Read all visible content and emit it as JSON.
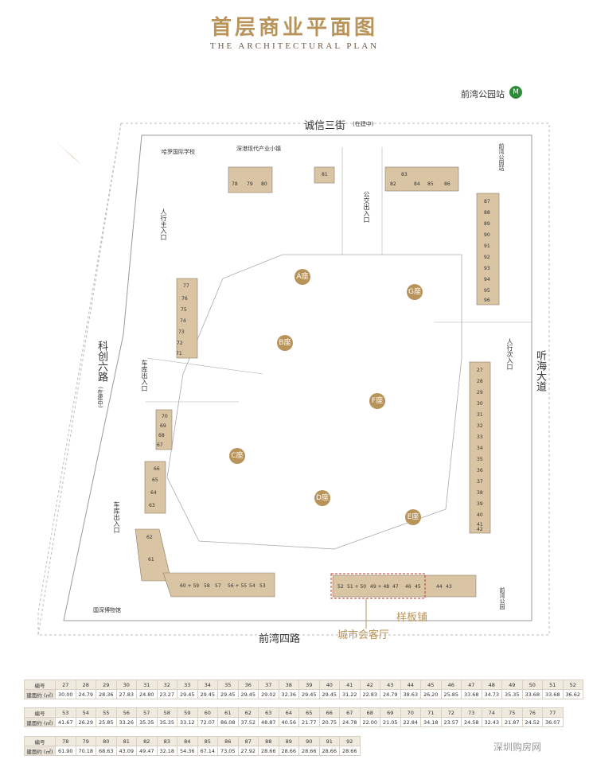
{
  "title": "首层商业平面图",
  "subtitle": "THE ARCHITECTURAL PLAN",
  "station": "前湾公园站",
  "metro_icon": "metro-icon",
  "streets": {
    "north": "诚信三街",
    "north_note": "(在建中)",
    "west": "科创六路",
    "west_note": "(在建中)",
    "east": "听海大道",
    "south": "前湾四路"
  },
  "labels": {
    "school": "哈罗国际学校",
    "park": "深港现代产业小镇",
    "qianwan": "前湾公园站",
    "bus": "公交出入口",
    "ped_main": "人行主入口",
    "ped_sub": "人行次入口",
    "car1": "车库出入口",
    "car2": "车库出入口",
    "museum": "国深博物馆",
    "park_road": "前湾公园"
  },
  "buildings": [
    "A座",
    "B座",
    "C座",
    "D座",
    "E座",
    "F座",
    "G座"
  ],
  "sample_shop": "样板铺",
  "city_hall": "城市会客厅",
  "units": {
    "north": [
      "78",
      "79",
      "80",
      "81",
      "82",
      "83",
      "84",
      "85",
      "86"
    ],
    "east_g": [
      "87",
      "88",
      "89",
      "90",
      "91",
      "92",
      "93",
      "94",
      "95",
      "96"
    ],
    "west_b": [
      "77",
      "76",
      "75",
      "74",
      "73",
      "72",
      "71"
    ],
    "west_c": [
      "70",
      "69",
      "68",
      "67",
      "66",
      "65",
      "64",
      "63",
      "62",
      "61"
    ],
    "east_e": [
      "27",
      "28",
      "29",
      "30",
      "31",
      "32",
      "33",
      "34",
      "35",
      "36",
      "37",
      "38",
      "39",
      "40",
      "41",
      "42"
    ],
    "south": [
      "60 + 59",
      "58",
      "57",
      "56 + 55",
      "54",
      "53",
      "52",
      "51 + 50",
      "49 + 48",
      "47",
      "46",
      "45",
      "44",
      "43"
    ]
  },
  "table": {
    "row_label_no": "编号",
    "row_label_area": "建面约 (㎡)",
    "groups": [
      {
        "nums": [
          "27",
          "28",
          "29",
          "30",
          "31",
          "32",
          "33",
          "34",
          "35",
          "36",
          "37",
          "38",
          "39",
          "40",
          "41",
          "42",
          "43",
          "44",
          "45",
          "46",
          "47",
          "48",
          "49",
          "50",
          "51",
          "52"
        ],
        "areas": [
          "30.00",
          "24.79",
          "28.36",
          "27.83",
          "24.80",
          "23.27",
          "29.45",
          "29.45",
          "29.45",
          "29.45",
          "29.02",
          "32.36",
          "29.45",
          "29.45",
          "31.22",
          "22.83",
          "24.79",
          "38.63",
          "26.20",
          "25.85",
          "33.68",
          "34.73",
          "35.35",
          "33.68",
          "33.68",
          "36.62"
        ]
      },
      {
        "nums": [
          "53",
          "54",
          "55",
          "56",
          "57",
          "58",
          "59",
          "60",
          "61",
          "62",
          "63",
          "64",
          "65",
          "66",
          "67",
          "68",
          "69",
          "70",
          "71",
          "72",
          "73",
          "74",
          "75",
          "76",
          "77"
        ],
        "areas": [
          "41.67",
          "26.29",
          "25.85",
          "33.26",
          "35.35",
          "35.35",
          "33.12",
          "72.07",
          "86.08",
          "37.52",
          "48.87",
          "40.56",
          "21.77",
          "20.75",
          "24.78",
          "22.00",
          "21.05",
          "22.84",
          "34.18",
          "23.57",
          "24.58",
          "32.43",
          "21.87",
          "24.52",
          "36.07"
        ]
      },
      {
        "nums": [
          "78",
          "79",
          "80",
          "81",
          "82",
          "83",
          "84",
          "85",
          "86",
          "87",
          "88",
          "89",
          "90",
          "91",
          "92"
        ],
        "areas": [
          "61.90",
          "70.18",
          "68.63",
          "43.09",
          "49.47",
          "32.18",
          "54.36",
          "67.14",
          "73.05",
          "27.92",
          "28.66",
          "28.66",
          "28.66",
          "28.66",
          "28.66"
        ]
      }
    ]
  },
  "watermark": "深圳购房网",
  "colors": {
    "gold": "#b8935a",
    "shop": "#d9c4a3",
    "line": "#9a9a9a",
    "sample": "#c0392b"
  }
}
